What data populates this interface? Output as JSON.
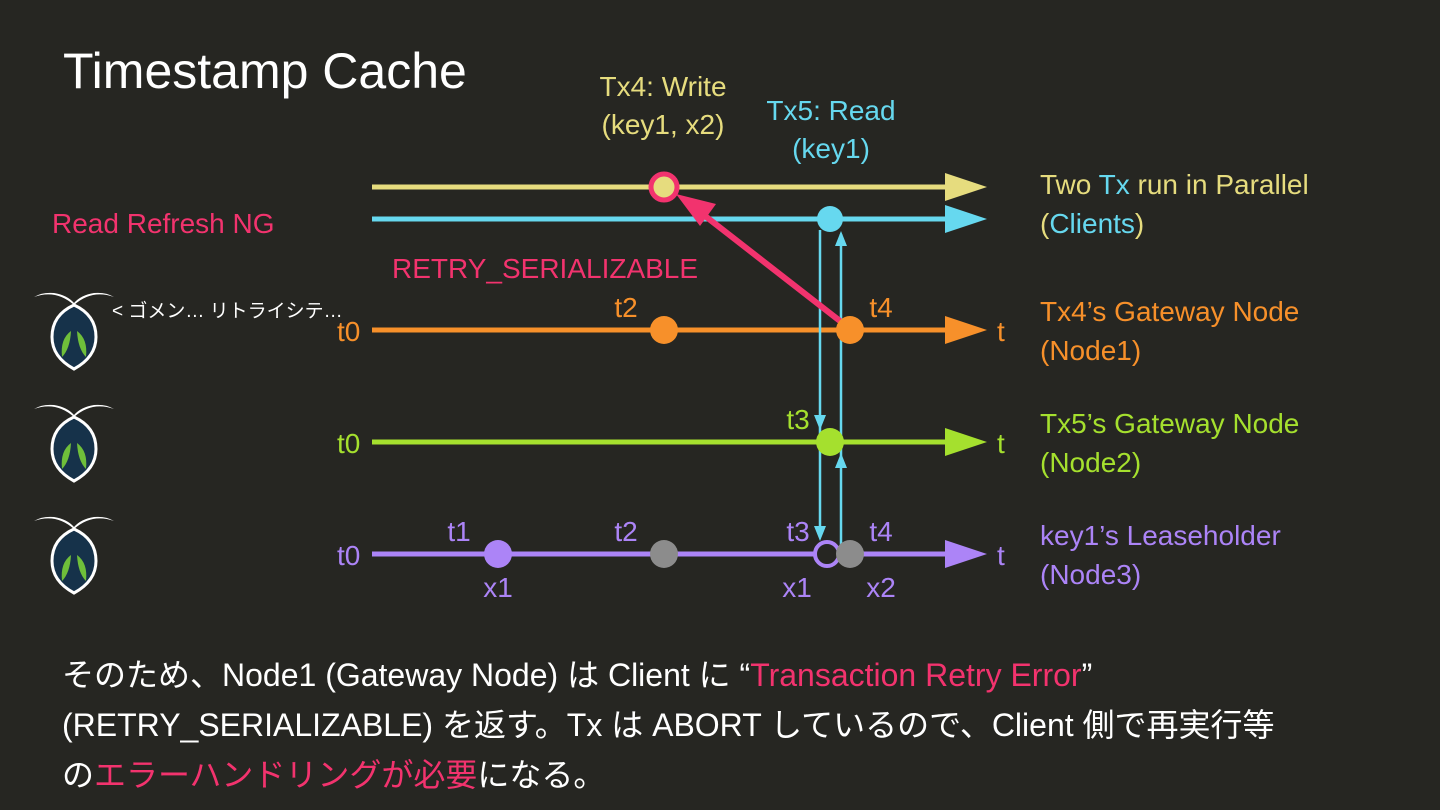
{
  "title": "Timestamp Cache",
  "colors": {
    "background": "#262622",
    "tx4": "#e6dc7e",
    "tx5": "#66d8ef",
    "node1": "#f7902a",
    "node2": "#a5e02e",
    "node3": "#ac84f7",
    "error": "#f2336e",
    "gray": "#8c8c8c",
    "text": "#ffffff"
  },
  "top_labels": {
    "tx4_line1": "Tx4: Write",
    "tx4_line2": "(key1, x2)",
    "tx5_line1": "Tx5: Read",
    "tx5_line2": "(key1)"
  },
  "left_labels": {
    "read_refresh": "Read Refresh NG",
    "speech": "< ゴメン… リトライシテ…"
  },
  "arrow_label": "RETRY_SERIALIZABLE",
  "lanes": {
    "node1": {
      "start": "t0",
      "end": "t",
      "times": {
        "a": "t2",
        "b": "t4"
      }
    },
    "node2": {
      "start": "t0",
      "end": "t",
      "times": {
        "a": "t3"
      }
    },
    "node3": {
      "start": "t0",
      "end": "t",
      "times": {
        "a": "t1",
        "b": "t2",
        "c": "t3",
        "d": "t4"
      },
      "values": {
        "a": "x1",
        "c": "x1",
        "d": "x2"
      }
    }
  },
  "right_labels": {
    "clients_line1": {
      "p1": "Two ",
      "p2": "Tx",
      "p3": " run in ",
      "p4": "Parallel"
    },
    "clients_line2": {
      "p1": "(",
      "p2": "Clients",
      "p3": ")"
    },
    "node1_line1": "Tx4’s Gateway Node",
    "node1_line2": "(Node1)",
    "node2_line1": "Tx5’s Gateway Node",
    "node2_line2": "(Node2)",
    "node3_line1": "key1’s Leaseholder",
    "node3_line2": "(Node3)"
  },
  "caption": {
    "line1_a": "そのため、Node1 (Gateway Node) は Client に “",
    "line1_hl": "Transaction Retry Error",
    "line1_b": "”",
    "line2": "(RETRY_SERIALIZABLE) を返す。Tx は ABORT しているので、Client 側で再実行等",
    "line3_a": "の",
    "line3_hl": "エラーハンドリングが必要",
    "line3_b": "になる。"
  }
}
